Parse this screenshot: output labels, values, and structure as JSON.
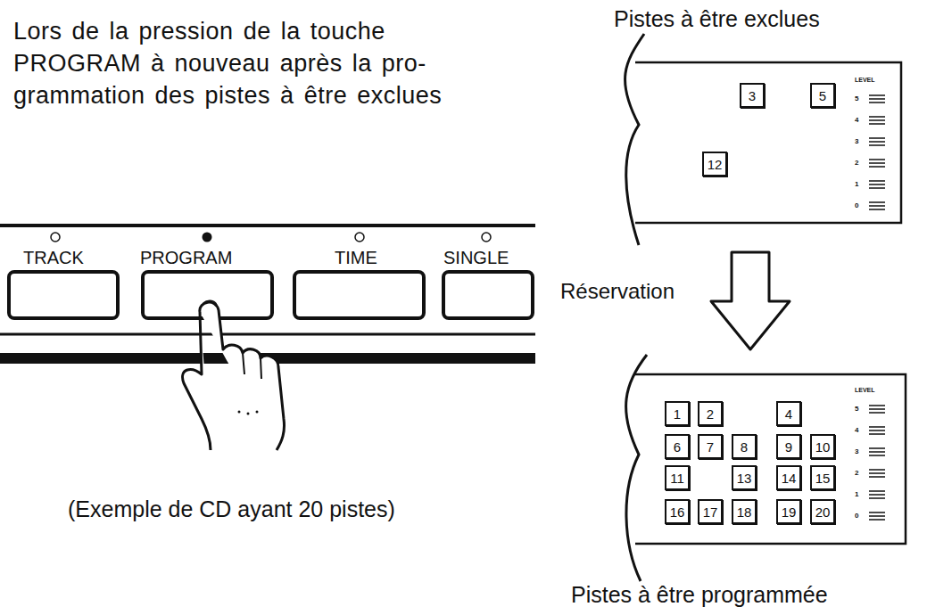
{
  "diagram": {
    "nodes": [
      {
        "text": [
          "3"
        ]
      },
      {
        "text": [
          "5"
        ]
      },
      {
        "text": [
          "12"
        ]
      },
      {
        "text": [
          "1"
        ]
      },
      {
        "text": [
          "2"
        ]
      },
      {
        "text": [
          "4"
        ]
      },
      {
        "text": [
          "6"
        ]
      },
      {
        "text": [
          "7"
        ]
      },
      {
        "text": [
          "8"
        ]
      },
      {
        "text": [
          "9"
        ]
      },
      {
        "text": [
          "10"
        ]
      },
      {
        "text": [
          "11"
        ]
      },
      {
        "text": [
          "13"
        ]
      },
      {
        "text": [
          "14"
        ]
      },
      {
        "text": [
          "15"
        ]
      },
      {
        "text": [
          "16"
        ]
      },
      {
        "text": [
          "17"
        ]
      },
      {
        "text": [
          "18"
        ]
      },
      {
        "text": [
          "19"
        ]
      },
      {
        "text": [
          "20"
        ]
      }
    ],
    "labels": [
      "Lors de la pression de la touche PROGRAM à nouveau après la pro-grammation des pistes à être exclues",
      "Pistes à être exclues",
      "Réservation",
      "(Exemple de CD ayant 20 pistes)",
      "Pistes à être programmée",
      "TRACK",
      "PROGRAM",
      "TIME",
      "SINGLE",
      "LEVEL",
      "5",
      "4",
      "3",
      "2",
      "1",
      "0",
      "LEVEL",
      "5",
      "4",
      "3",
      "2",
      "1",
      "0"
    ]
  }
}
